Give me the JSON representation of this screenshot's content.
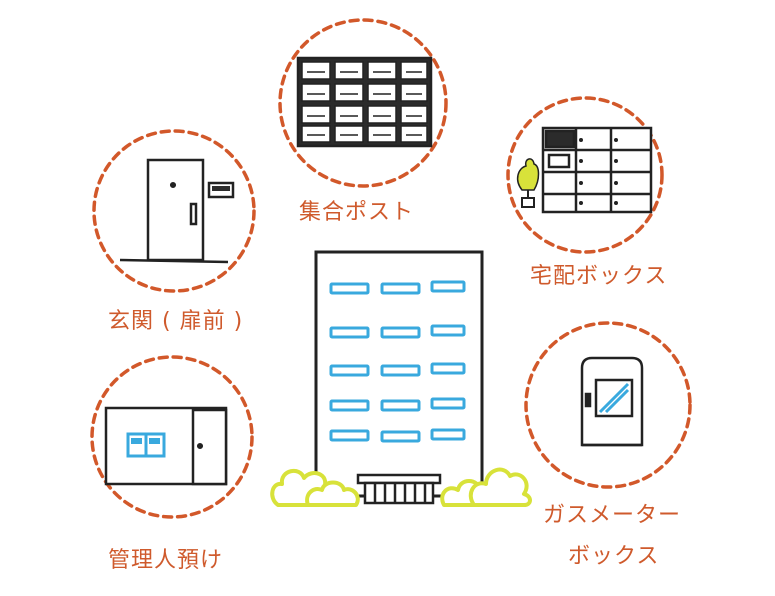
{
  "labels": {
    "mailbox": "集合ポスト",
    "delivery_box": "宅配ボックス",
    "entrance": "玄関 ( 扉前 )",
    "manager": "管理人預け",
    "gas_meter_line1": "ガスメーター",
    "gas_meter_line2": "ボックス"
  },
  "colors": {
    "accent": "#d2582a",
    "line": "#222222",
    "window": "#39a9de",
    "shrub": "#d8e23a"
  }
}
